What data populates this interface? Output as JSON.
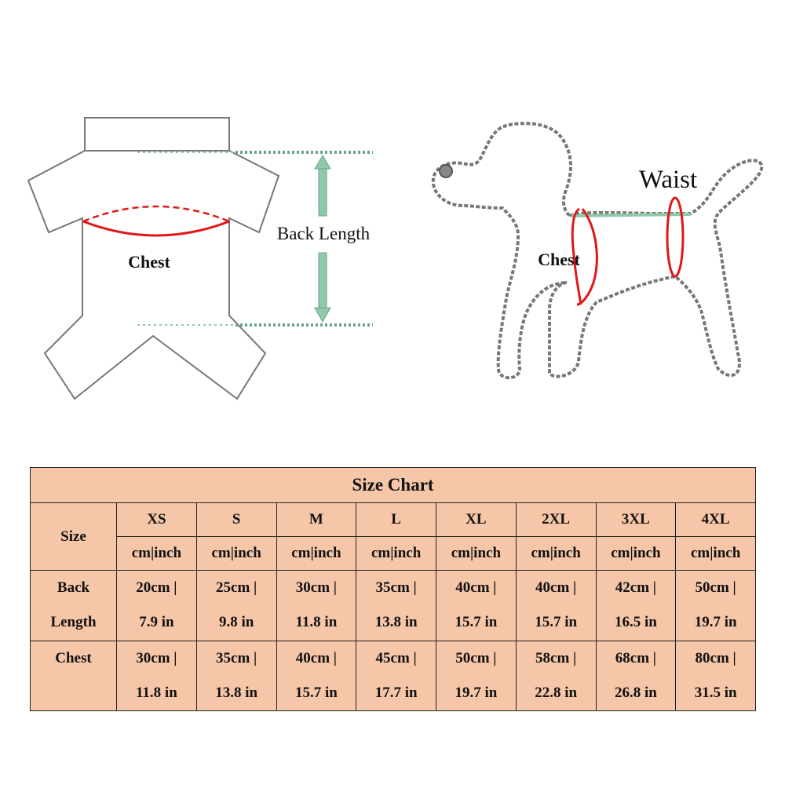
{
  "diagram": {
    "shirt": {
      "chest_label": "Chest",
      "back_length_label": "Back Length"
    },
    "dog": {
      "chest_label": "Chest",
      "waist_label": "Waist"
    },
    "colors": {
      "outline": "#777777",
      "measure": "#e01818",
      "arrow": "#8fc9a8",
      "dots": "#6aa58a"
    }
  },
  "size_chart": {
    "title": "Size Chart",
    "size_label": "Size",
    "unit_label": "cm|inch",
    "sizes": [
      "XS",
      "S",
      "M",
      "L",
      "XL",
      "2XL",
      "3XL",
      "4XL"
    ],
    "rows": [
      {
        "label_line1": "Back",
        "label_line2": "Length",
        "values_cm": [
          "20cm |",
          "25cm |",
          "30cm |",
          "35cm |",
          "40cm |",
          "40cm |",
          "42cm |",
          "50cm |"
        ],
        "values_in": [
          "7.9 in",
          "9.8 in",
          "11.8 in",
          "13.8 in",
          "15.7 in",
          "15.7 in",
          "16.5 in",
          "19.7 in"
        ]
      },
      {
        "label_line1": "Chest",
        "label_line2": "",
        "values_cm": [
          "30cm |",
          "35cm |",
          "40cm |",
          "45cm |",
          "50cm |",
          "58cm |",
          "68cm |",
          "80cm |"
        ],
        "values_in": [
          "11.8 in",
          "13.8 in",
          "15.7 in",
          "17.7 in",
          "19.7 in",
          "22.8 in",
          "26.8 in",
          "31.5 in"
        ]
      }
    ]
  }
}
